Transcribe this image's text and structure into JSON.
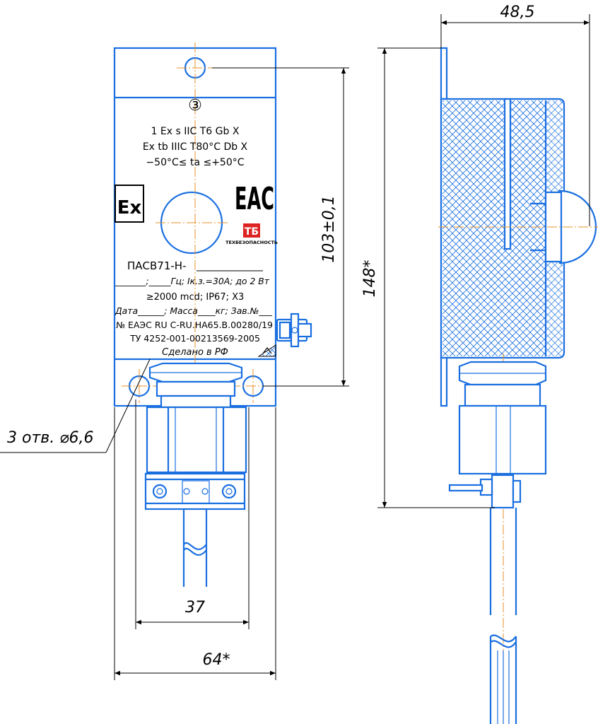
{
  "front_view": {
    "group_mark": "③",
    "marking_line1": "1 Ex s IIC T6 Gb X",
    "marking_line2": "Ex tb IIIC T80°C Db X",
    "marking_line3": "−50°C≤ ta ≤+50°C",
    "ex_symbol": "Ex",
    "eac_mark": "EAC",
    "tb_logo": "ТБ",
    "tb_company": "ТЕХБЕЗОПАСНОСТЬ",
    "model": "ПАСВ71-Н-",
    "spec_line1": "_______;_____Гц; Iк.з.=30А; до 2 Вт",
    "spec_line2": "≥2000 mcd; IP67; Х3",
    "spec_line3": "Дата______; Масса____кг; Зав.№___",
    "spec_line4": "№ ЕАЭС RU С-RU.НА65.В.00280/19",
    "spec_line5": "ТУ 4252-001-00213569-2005",
    "spec_line6": "Сделано в РФ"
  },
  "dimensions": {
    "top_width": "48,5",
    "hole_span": "103±0,1",
    "total_height": "148*",
    "holes_note": "3 отв. ⌀6,6",
    "gland_width": "37",
    "body_width": "64*"
  }
}
